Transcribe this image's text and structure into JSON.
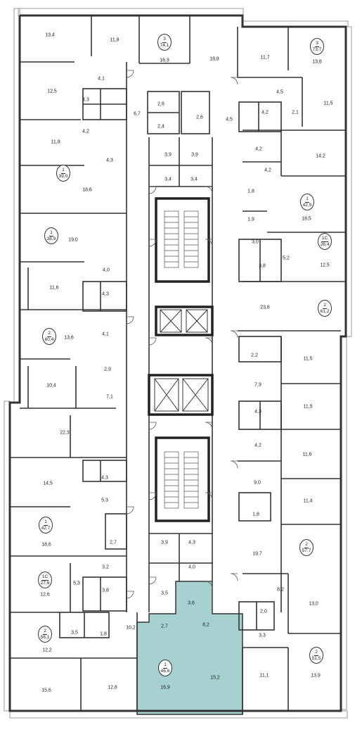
{
  "highlight_color": "#a6d1cf",
  "wall_color": "#333333",
  "apartment_badges": [
    {
      "id": "b1",
      "rooms": "3",
      "area": "74,1"
    },
    {
      "id": "b2",
      "rooms": "3",
      "area": "73,7"
    },
    {
      "id": "b3",
      "rooms": "1",
      "area": "39,0"
    },
    {
      "id": "b4",
      "rooms": "1",
      "area": "42,9"
    },
    {
      "id": "b5",
      "rooms": "1",
      "area": "38,9"
    },
    {
      "id": "b6",
      "rooms": "1С",
      "area": "26,4"
    },
    {
      "id": "b7",
      "rooms": "2",
      "area": "61,2"
    },
    {
      "id": "b8",
      "rooms": "2",
      "area": "60,4"
    },
    {
      "id": "b9",
      "rooms": "1",
      "area": "42,7"
    },
    {
      "id": "b10",
      "rooms": "2",
      "area": "57,7"
    },
    {
      "id": "b11",
      "rooms": "1С",
      "area": "27,6"
    },
    {
      "id": "b12",
      "rooms": "2",
      "area": "56,1"
    },
    {
      "id": "b13",
      "rooms": "2",
      "area": "51,5"
    },
    {
      "id": "b14",
      "rooms": "1",
      "area": "46,6"
    }
  ],
  "room_areas": [
    "13,4",
    "11,8",
    "16,3",
    "18,8",
    "11,7",
    "13,8",
    "4,1",
    "12,5",
    "4,3",
    "2,6",
    "6,7",
    "2,6",
    "4,5",
    "4,2",
    "2,1",
    "11,5",
    "4,2",
    "2,4",
    "4,5",
    "11,9",
    "4,3",
    "3,9",
    "3,9",
    "4,2",
    "14,2",
    "3,4",
    "3,4",
    "4,2",
    "18,6",
    "1,8",
    "18,5",
    "1,9",
    "19,0",
    "3,0",
    "5,2",
    "12,5",
    "4,0",
    "3,8",
    "11,6",
    "4,3",
    "23,8",
    "4,1",
    "2,2",
    "13,6",
    "11,5",
    "2,9",
    "10,4",
    "7,1",
    "7,9",
    "11,5",
    "22,3",
    "4,3",
    "4,2",
    "11,6",
    "14,5",
    "4,3",
    "9,0",
    "11,4",
    "5,3",
    "1,8",
    "18,6",
    "2,7",
    "3,9",
    "4,3",
    "19,7",
    "4,0",
    "3,2",
    "5,3",
    "3,8",
    "12,6",
    "3,5",
    "3,6",
    "8,2",
    "2,0",
    "13,0",
    "10,2",
    "2,7",
    "8,2",
    "3,5",
    "1,8",
    "12,2",
    "3,3",
    "15,6",
    "12,8",
    "16,9",
    "15,2",
    "11,1",
    "13,9"
  ]
}
